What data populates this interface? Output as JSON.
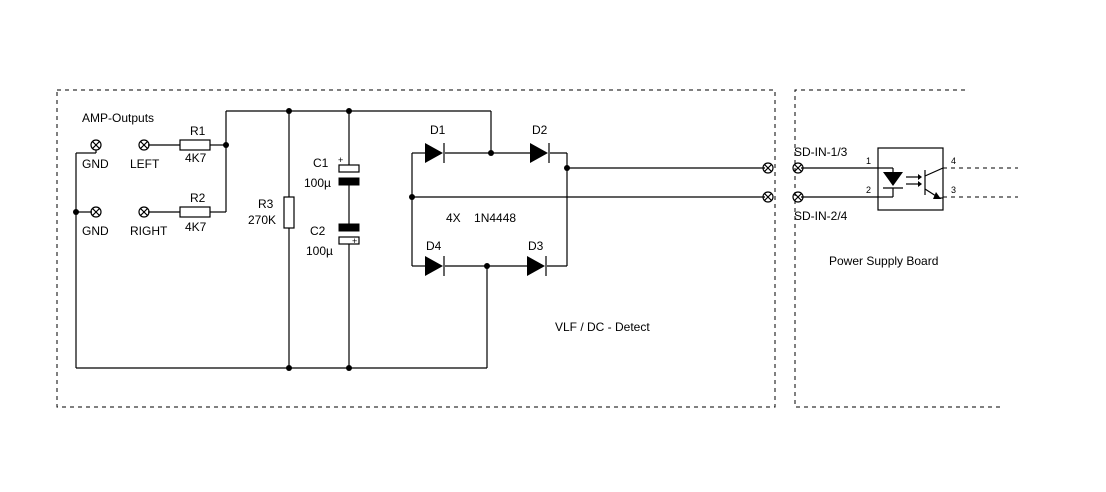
{
  "labels": {
    "amp_outputs": "AMP-Outputs",
    "gnd_top": "GND",
    "gnd_bottom": "GND",
    "left": "LEFT",
    "right": "RIGHT",
    "r1": "R1",
    "r1_val": "4K7",
    "r2": "R2",
    "r2_val": "4K7",
    "r3": "R3",
    "r3_val": "270K",
    "c1": "C1",
    "c1_val": "100µ",
    "c2": "C2",
    "c2_val": "100µ",
    "plus_c1": "+",
    "plus_c2": "+",
    "d1": "D1",
    "d2": "D2",
    "d3": "D3",
    "d4": "D4",
    "diodes": "4X    1N4448",
    "vlf": "VLF / DC - Detect",
    "sd_in_13": "SD-IN-1/3",
    "sd_in_24": "SD-IN-2/4",
    "psu": "Power Supply Board",
    "pin1": "1",
    "pin2": "2",
    "pin3": "3",
    "pin4": "4"
  }
}
